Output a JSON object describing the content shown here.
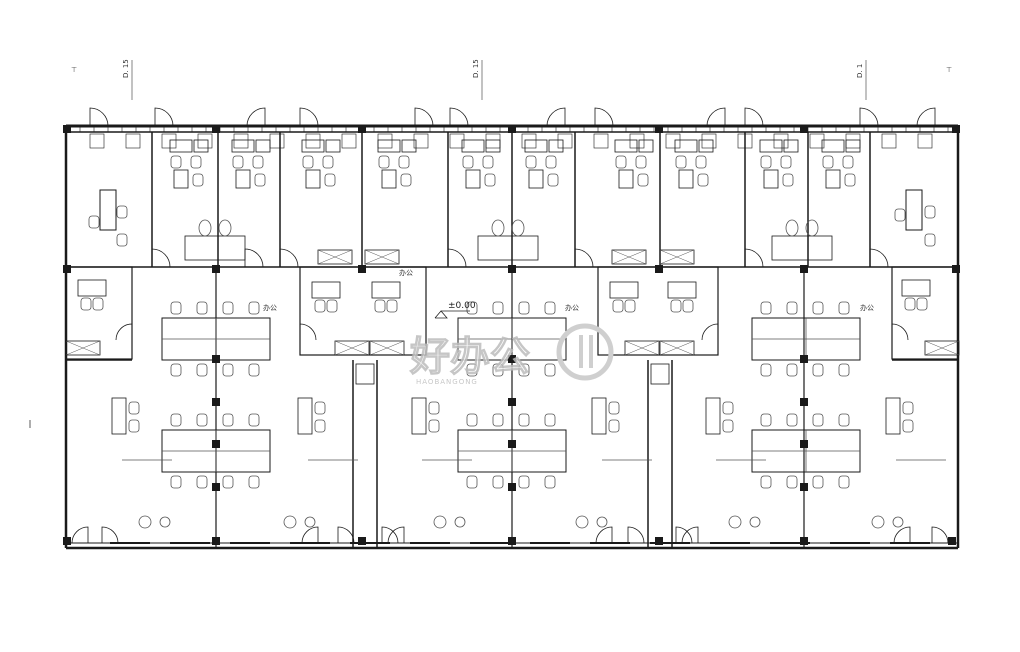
{
  "plan": {
    "elevation_label": "±0.00",
    "room_tag": "办公",
    "grid_label_left": "D. 15",
    "grid_label_center": "D. 15",
    "grid_label_right": "D. 1",
    "watermark": {
      "text": "好办公",
      "subtext": "HAOBANGONG"
    },
    "colors": {
      "line": "#1a1a1a",
      "furniture": "#555555",
      "background": "#ffffff"
    }
  }
}
